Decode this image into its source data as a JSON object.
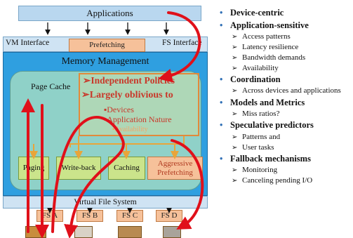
{
  "diagram": {
    "applications": "Applications",
    "vm_interface": "VM Interface",
    "prefetching_top": "Prefetching",
    "fs_interface": "FS Interface",
    "memory_management": "Memory Management",
    "page_cache": "Page Cache",
    "policies": {
      "line1": "Independent Policies",
      "line2": "Largely oblivious to",
      "line3": "Devices",
      "line4": "Application Nature",
      "line5": "Availability"
    },
    "mechanisms": [
      "Paging",
      "Write-back",
      "Caching",
      "Aggressive Prefetching"
    ],
    "virtual_file_system": "Virtual File System",
    "filesystems": [
      "FS A",
      "FS B",
      "FS C",
      "FS D"
    ]
  },
  "bullets": [
    {
      "text": "Device-centric",
      "sub": []
    },
    {
      "text": "Application-sensitive",
      "sub": [
        "Access patterns",
        "Latency resilience",
        "Bandwidth demands",
        "Availability"
      ]
    },
    {
      "text": "Coordination",
      "sub": [
        "Across devices and applications"
      ]
    },
    {
      "text": "Models and Metrics",
      "sub": [
        "Miss ratios?"
      ]
    },
    {
      "text": "Speculative predictors",
      "sub": [
        "Patterns and",
        "User tasks"
      ]
    },
    {
      "text": "Fallback mechanisms",
      "sub": [
        "Monitoring",
        "Canceling pending I/O"
      ]
    }
  ],
  "colors": {
    "memory_management": "#2f9fe0",
    "page_cache": "#8fd1c8",
    "mechanism": "#cbe48b",
    "prefetch": "#f6c19a",
    "interface_bar": "#cfe3f3",
    "policy_text": "#c9382a",
    "arrow_red": "#e0101a"
  }
}
